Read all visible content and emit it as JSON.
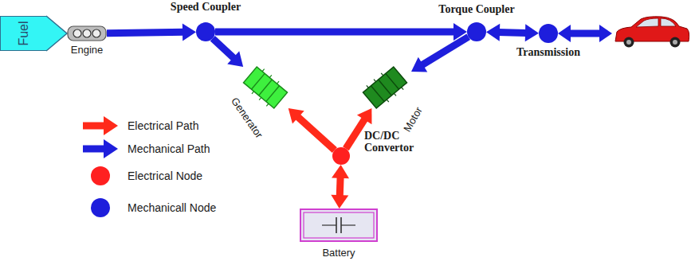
{
  "diagram": {
    "nodes": [
      {
        "text": [
          "Fuel"
        ]
      },
      {
        "text": [
          "Engine"
        ]
      },
      {
        "text": [
          "Speed Coupler"
        ]
      },
      {
        "text": [
          "Torque Coupler"
        ]
      },
      {
        "text": [
          "Transmission"
        ]
      },
      {
        "text": [
          "Generator"
        ]
      },
      {
        "text": [
          "Motor"
        ]
      },
      {
        "text": [
          "DC/DC Convertor"
        ]
      },
      {
        "text": [
          "Battery"
        ]
      }
    ],
    "edges": [
      {
        "from": 0,
        "to": 1,
        "arrow": "to"
      },
      {
        "from": 1,
        "to": 2,
        "arrow": "to"
      },
      {
        "from": 2,
        "to": 3,
        "arrow": "to"
      },
      {
        "from": 2,
        "to": 5,
        "arrow": "to"
      },
      {
        "from": 3,
        "to": 6,
        "arrow": "to"
      },
      {
        "from": 3,
        "to": 4,
        "arrow": "both"
      },
      {
        "from": 7,
        "to": 5,
        "arrow": "to"
      },
      {
        "from": 7,
        "to": 6,
        "arrow": "to"
      },
      {
        "from": 7,
        "to": 8,
        "arrow": "both"
      }
    ],
    "legend": [
      {
        "text": "Electrical Path"
      },
      {
        "text": "Mechanical Path"
      },
      {
        "text": "Electrical Node"
      },
      {
        "text": "Mechanicall Node"
      }
    ]
  }
}
